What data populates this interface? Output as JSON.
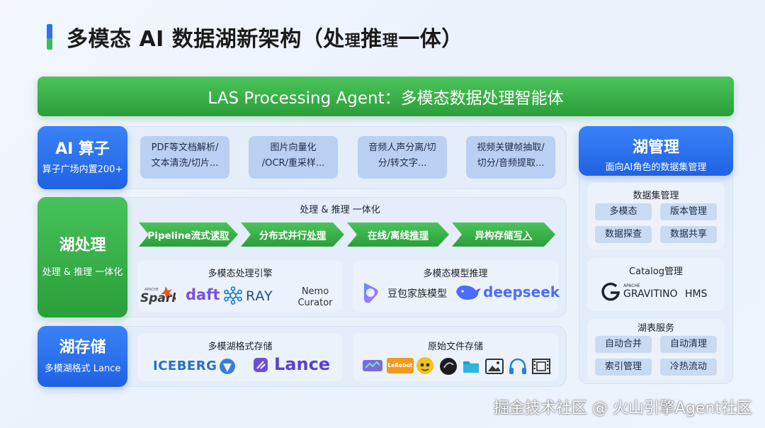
{
  "title": {
    "main": "多模态 AI 数据湖新架构（处",
    "s1": "理",
    "mid": "推",
    "s2": "理",
    "end": "一体）"
  },
  "agent": {
    "label": "LAS Processing Agent：多模态数据处理智能体"
  },
  "ai_operators": {
    "title": "AI 算子",
    "subtitle": "算子广场内置200+",
    "cards": [
      {
        "line1": "PDF等文档解析/",
        "line2": "文本清洗/切片..."
      },
      {
        "line1": "图片向量化",
        "line2": "/OCR/重采样..."
      },
      {
        "line1": "音频人声分离/切",
        "line2": "分/转文字..."
      },
      {
        "line1": "视频关键帧抽取/",
        "line2": "切分/音频提取..."
      }
    ]
  },
  "lake_processing": {
    "title": "湖处理",
    "subtitle": "处理 & 推理 一体化",
    "caption": "处理 & 推理 一体化",
    "steps": [
      {
        "plain": "Pipeline流式",
        "emph": "读取"
      },
      {
        "plain": "分布式并行",
        "emph": "处理"
      },
      {
        "plain": "在线/离线",
        "emph": "推理"
      },
      {
        "plain": "异构存储",
        "emph": "写入"
      }
    ],
    "engine_caption": "多模态处理引擎",
    "engines": {
      "spark": "Spark",
      "spark_small": "APACHE",
      "daft": "daft",
      "ray": "RAY",
      "nemo1": "Nemo",
      "nemo2": "Curator"
    },
    "inference_caption": "多模态模型推理",
    "models": {
      "doubao": "豆包家族模型",
      "deepseek": "deepseek"
    }
  },
  "lake_storage": {
    "title": "湖存储",
    "subtitle": "多模湖格式 Lance",
    "format_caption": "多模湖格式存储",
    "formats": {
      "iceberg": "ICEBERG",
      "lance": "Lance"
    },
    "raw_caption": "原始文件存储",
    "raw_badges": {
      "lerobot": "LeRobot"
    }
  },
  "lake_manage": {
    "title": "湖管理",
    "subtitle": "面向AI角色的数据集管理",
    "dataset_caption": "数据集管理",
    "dataset_chips": [
      "多模态",
      "版本管理",
      "数据探查",
      "数据共享"
    ],
    "catalog_caption": "Catalog管理",
    "gravitino_small": "APACHE",
    "gravitino": "GRAVITINO",
    "hms": "HMS",
    "table_caption": "湖表服务",
    "table_chips": [
      "自动合并",
      "自动清理",
      "索引管理",
      "冷热流动"
    ]
  },
  "watermark": "掘金技术社区 @ 火山引擎Agent社区",
  "colors": {
    "blue": "#1f62e3",
    "green": "#2a9e3a",
    "card": "#b9d0f2"
  }
}
